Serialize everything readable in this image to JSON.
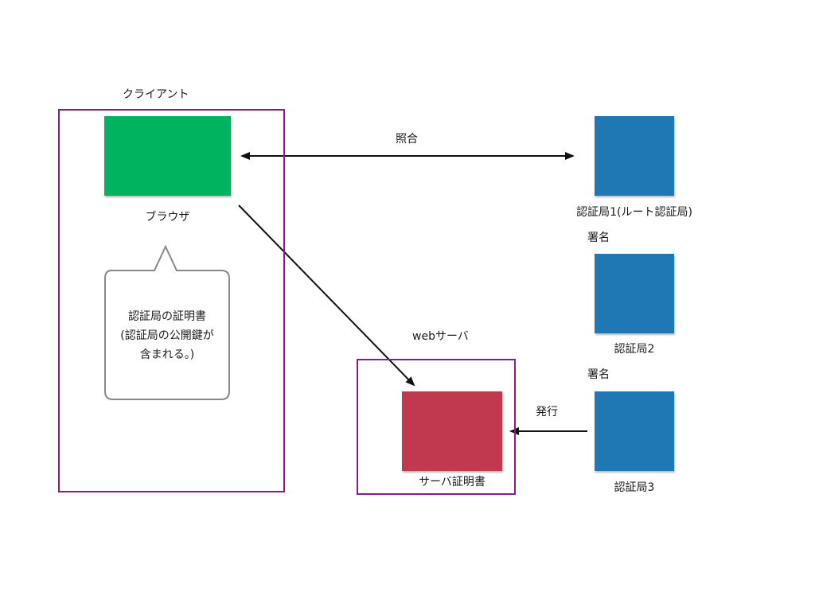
{
  "colors": {
    "frame": "#8b1a8b",
    "browser": "#00b35f",
    "cert_authority": "#1f78b4",
    "server_cert": "#c0394f",
    "arrow": "#111111",
    "bubble_border": "#888888"
  },
  "client": {
    "title": "クライアント",
    "browser_label": "ブラウザ",
    "bubble_lines": [
      "認証局の証明書",
      "(認証局の公開鍵が",
      "含まれる。)"
    ]
  },
  "server": {
    "title": "webサーバ",
    "cert_label": "サーバ証明書"
  },
  "authorities": {
    "ca1_label": "認証局1(ルート認証局)",
    "ca2_label": "認証局2",
    "ca3_label": "認証局3",
    "sign_label_1": "署名",
    "sign_label_2": "署名"
  },
  "edges": {
    "verify_label": "照合",
    "issue_label": "発行"
  }
}
